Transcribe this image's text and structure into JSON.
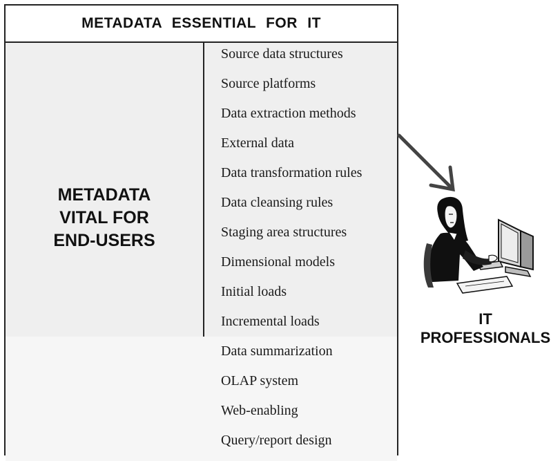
{
  "header": {
    "title": "METADATA ESSENTIAL FOR IT"
  },
  "end_users": {
    "lines": [
      "METADATA",
      "VITAL FOR",
      "END-USERS"
    ]
  },
  "items": [
    "Source data structures",
    "Source platforms",
    "Data extraction methods",
    "External data",
    "Data transformation rules",
    "Data cleansing rules",
    "Staging area structures",
    "Dimensional models",
    "Initial loads",
    "Incremental loads",
    "Data summarization",
    "OLAP system",
    "Web-enabling",
    "Query/report design"
  ],
  "it_professionals": {
    "lines": [
      "IT",
      "PROFESSIONALS"
    ]
  },
  "icons": {
    "arrow": "down-right-arrow-icon",
    "person": "woman-at-computer-icon"
  }
}
